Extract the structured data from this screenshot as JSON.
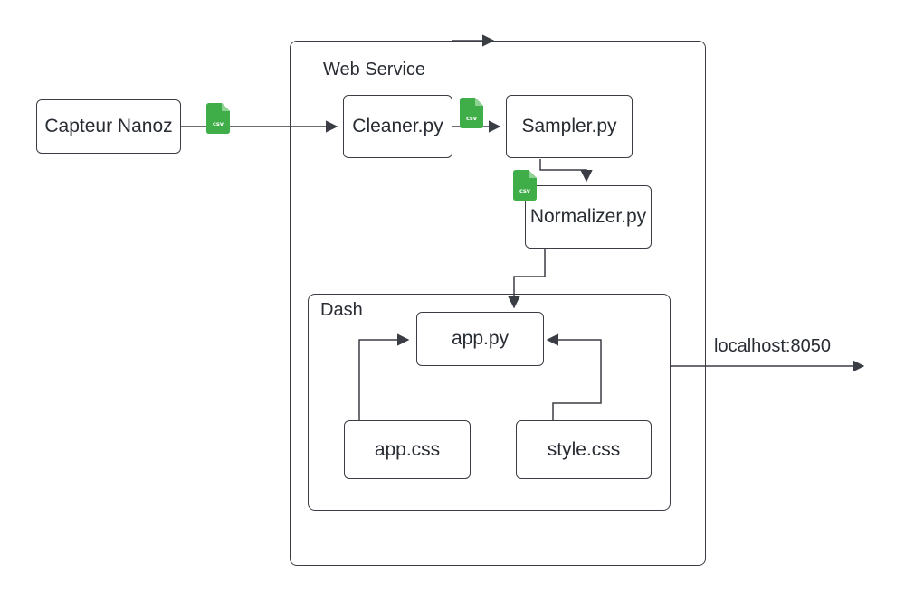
{
  "colors": {
    "stroke": "#3a3d44",
    "text": "#282c33",
    "csv_icon": "#3fae49",
    "background": "#ffffff"
  },
  "containers": {
    "web_service": {
      "label": "Web Service"
    },
    "dash": {
      "label": "Dash"
    }
  },
  "nodes": {
    "capteur": "Capteur Nanoz",
    "cleaner": "Cleaner.py",
    "sampler": "Sampler.py",
    "normalizer": "Normalizer.py",
    "app_py": "app.py",
    "app_css": "app.css",
    "style_css": "style.css"
  },
  "output_label": "localhost:8050",
  "csv_icon": {
    "icon": "csv-file-icon",
    "text": "csv"
  },
  "edges": [
    {
      "from": "Capteur Nanoz",
      "to": "Cleaner.py",
      "payload": "csv"
    },
    {
      "from": "Cleaner.py",
      "to": "Sampler.py",
      "payload": "csv"
    },
    {
      "from": "Sampler.py",
      "to": "Normalizer.py",
      "payload": "csv"
    },
    {
      "from": "Normalizer.py",
      "to": "app.py"
    },
    {
      "from": "app.css",
      "to": "app.py"
    },
    {
      "from": "style.css",
      "to": "app.py"
    },
    {
      "from": "Dash",
      "to": "localhost:8050"
    }
  ]
}
